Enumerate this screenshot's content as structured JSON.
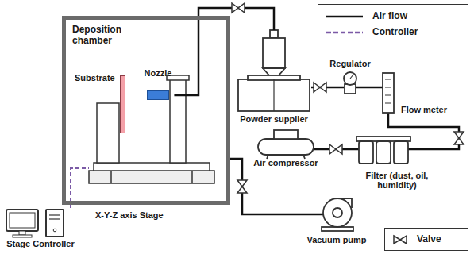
{
  "diagram": {
    "nodes": [
      {
        "text": [
          "Deposition chamber"
        ]
      },
      {
        "text": [
          "Substrate"
        ],
        "in": 0
      },
      {
        "text": [
          "Nozzle"
        ],
        "in": 0
      },
      {
        "text": [
          "X-Y-Z axis Stage"
        ]
      },
      {
        "text": [
          "Stage Controller"
        ]
      },
      {
        "text": [
          "Powder supplier"
        ]
      },
      {
        "text": [
          "Regulator"
        ]
      },
      {
        "text": [
          "Flow meter"
        ]
      },
      {
        "text": [
          "Air compressor"
        ]
      },
      {
        "text": [
          "Filter (dust, oil, humidity)"
        ]
      },
      {
        "text": [
          "Vacuum pump"
        ]
      }
    ],
    "edges": [
      {
        "from": 2,
        "to": 5,
        "arrow": "none"
      },
      {
        "from": 5,
        "to": 6,
        "arrow": "none"
      },
      {
        "from": 6,
        "to": 7,
        "arrow": "none"
      },
      {
        "from": 7,
        "to": 9,
        "arrow": "none"
      },
      {
        "from": 9,
        "to": 8,
        "arrow": "none"
      },
      {
        "from": 0,
        "to": 10,
        "arrow": "none"
      },
      {
        "from": 4,
        "to": 3,
        "arrow": "none"
      }
    ],
    "legend": [
      {
        "text": "Air flow"
      },
      {
        "text": "Controller"
      },
      {
        "text": "Valve"
      }
    ]
  }
}
